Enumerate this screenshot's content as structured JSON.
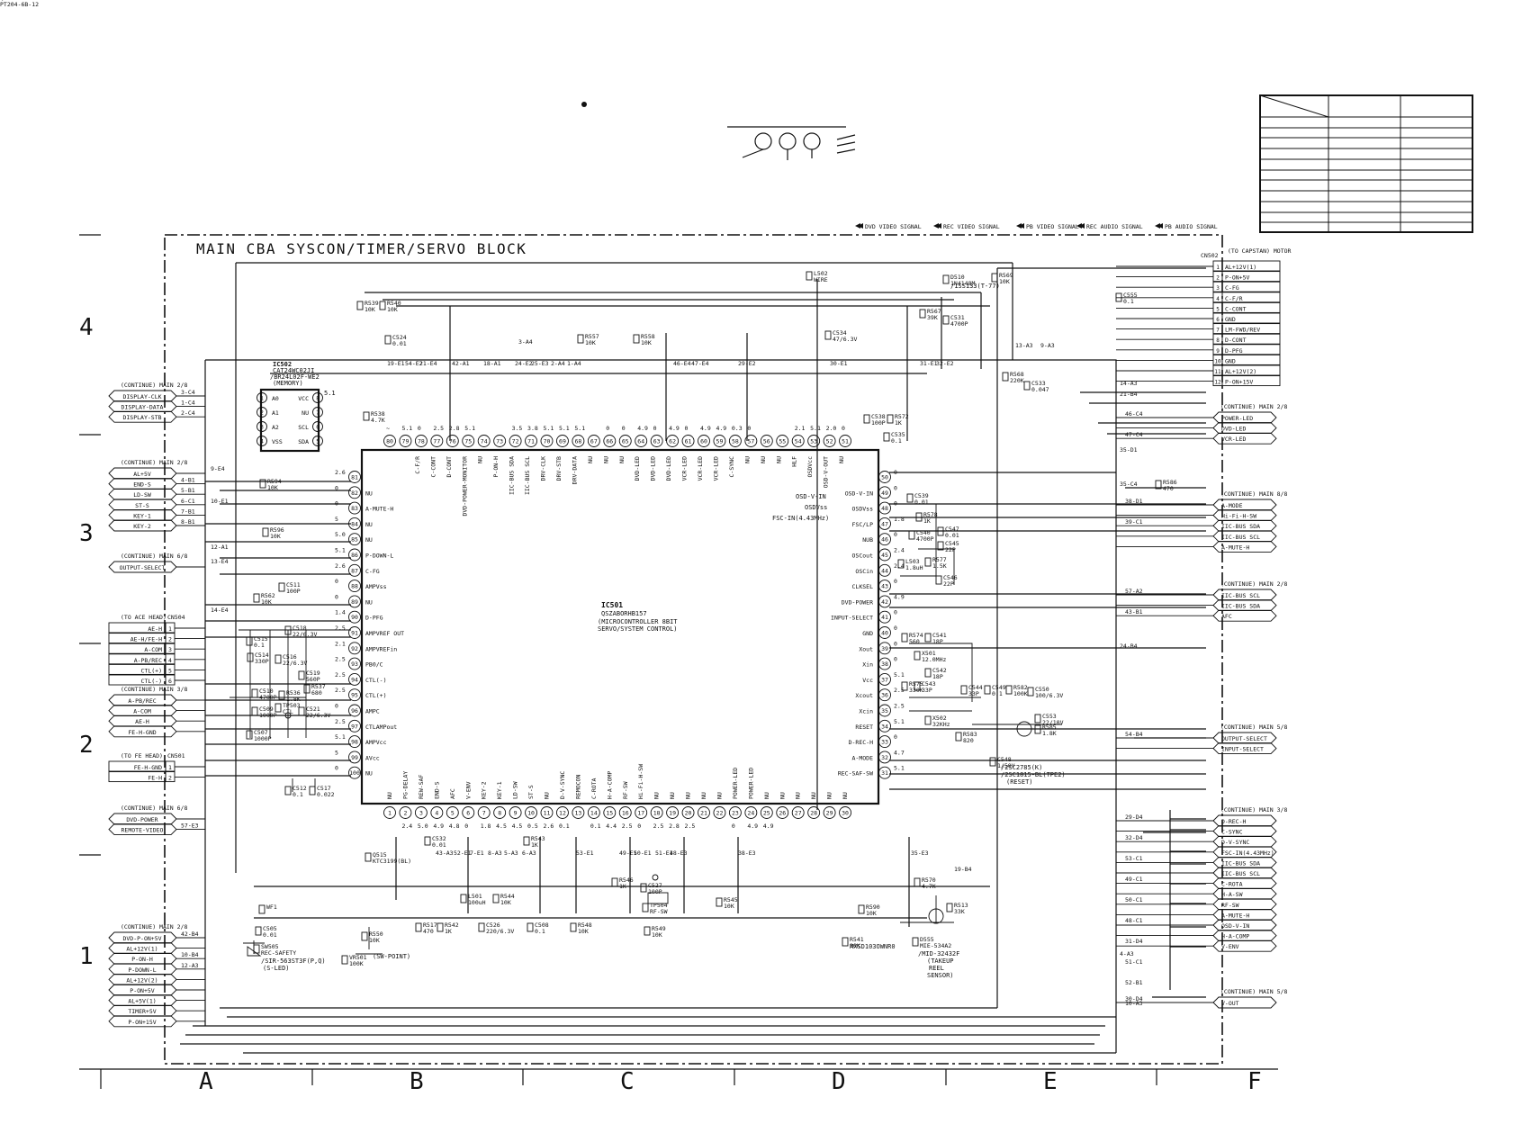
{
  "legend": [
    "DVD VIDEO SIGNAL",
    "REC VIDEO SIGNAL",
    "PB VIDEO SIGNAL",
    "REC AUDIO SIGNAL",
    "PB AUDIO SIGNAL"
  ],
  "title": "MAIN CBA   SYSCON/TIMER/SERVO BLOCK",
  "grid_cols": [
    "A",
    "B",
    "C",
    "D",
    "E",
    "F"
  ],
  "grid_rows": [
    "4",
    "3",
    "2",
    "1"
  ],
  "ic501": {
    "ref": "IC501",
    "part": "QSZABORHB157",
    "desc1": "(MICROCONTROLLER 8BIT",
    "desc2": "SERVO/SYSTEM CONTROL)"
  },
  "ic502": {
    "ref": "IC502",
    "part1": "CAT24WC02JI",
    "part2": "/BR24L02F-WE2",
    "part3": "(MEMORY)",
    "pins": [
      {
        "n": "1",
        "name": "A0",
        "side": "L"
      },
      {
        "n": "2",
        "name": "A1",
        "side": "L"
      },
      {
        "n": "3",
        "name": "A2",
        "side": "L"
      },
      {
        "n": "4",
        "name": "VSS",
        "side": "L"
      },
      {
        "n": "8",
        "name": "VCC",
        "side": "R"
      },
      {
        "n": "7",
        "name": "NU",
        "side": "R"
      },
      {
        "n": "6",
        "name": "SCL",
        "side": "R"
      },
      {
        "n": "5",
        "name": "SDA",
        "side": "R"
      }
    ]
  },
  "ic_pins_left": [
    {
      "n": "81",
      "name": "",
      "v": "2.6"
    },
    {
      "n": "82",
      "name": "NU",
      "v": "0"
    },
    {
      "n": "83",
      "name": "A-MUTE-H",
      "v": "0"
    },
    {
      "n": "84",
      "name": "NU",
      "v": "5"
    },
    {
      "n": "85",
      "name": "NU",
      "v": "5.0"
    },
    {
      "n": "86",
      "name": "P-DOWN-L",
      "v": "5.1"
    },
    {
      "n": "87",
      "name": "C-FG",
      "v": "2.6"
    },
    {
      "n": "88",
      "name": "AMPVss",
      "v": "0"
    },
    {
      "n": "89",
      "name": "NU",
      "v": "0"
    },
    {
      "n": "90",
      "name": "D-PFG",
      "v": "1.4"
    },
    {
      "n": "91",
      "name": "AMPVREF OUT",
      "v": "2.5"
    },
    {
      "n": "92",
      "name": "AMPVREFin",
      "v": "2.1"
    },
    {
      "n": "93",
      "name": "PB0/C",
      "v": "2.5"
    },
    {
      "n": "94",
      "name": "CTL(-)",
      "v": "2.5"
    },
    {
      "n": "95",
      "name": "CTL(+)",
      "v": "2.5"
    },
    {
      "n": "96",
      "name": "AMPC",
      "v": "0"
    },
    {
      "n": "97",
      "name": "CTLAMPout",
      "v": "2.5"
    },
    {
      "n": "98",
      "name": "AMPVcc",
      "v": "5.1"
    },
    {
      "n": "99",
      "name": "AVcc",
      "v": "5"
    },
    {
      "n": "100",
      "name": "NU",
      "v": "0"
    }
  ],
  "ic_pins_right": [
    {
      "n": "50",
      "name": "",
      "v": "0"
    },
    {
      "n": "49",
      "name": "OSD-V-IN",
      "v": "0"
    },
    {
      "n": "48",
      "name": "OSDVss",
      "v": "0"
    },
    {
      "n": "47",
      "name": "FSC/LP",
      "v": "1.8"
    },
    {
      "n": "46",
      "name": "NUB",
      "v": "0"
    },
    {
      "n": "45",
      "name": "OSCout",
      "v": "2.4"
    },
    {
      "n": "44",
      "name": "OSCin",
      "v": "2.4"
    },
    {
      "n": "43",
      "name": "CLKSEL",
      "v": "0"
    },
    {
      "n": "42",
      "name": "DVD-POWER",
      "v": "4.9"
    },
    {
      "n": "41",
      "name": "INPUT-SELECT",
      "v": "0"
    },
    {
      "n": "40",
      "name": "GND",
      "v": "0"
    },
    {
      "n": "39",
      "name": "Xout",
      "v": "0"
    },
    {
      "n": "38",
      "name": "Xin",
      "v": "0"
    },
    {
      "n": "37",
      "name": "Vcc",
      "v": "5.1"
    },
    {
      "n": "36",
      "name": "Xcout",
      "v": "2.5"
    },
    {
      "n": "35",
      "name": "Xcin",
      "v": "2.5"
    },
    {
      "n": "34",
      "name": "RESET",
      "v": "5.1"
    },
    {
      "n": "33",
      "name": "D-REC-H",
      "v": "0"
    },
    {
      "n": "32",
      "name": "A-MODE",
      "v": "4.7"
    },
    {
      "n": "31",
      "name": "REC-SAF-SW",
      "v": "5.1"
    }
  ],
  "ic_pins_top": [
    {
      "n": "80",
      "name": "",
      "v": "~"
    },
    {
      "n": "79",
      "name": "",
      "v": "5.1"
    },
    {
      "n": "78",
      "name": "C-F/R",
      "v": "0"
    },
    {
      "n": "77",
      "name": "C-CONT",
      "v": "2.5"
    },
    {
      "n": "76",
      "name": "D-CONT",
      "v": "2.8"
    },
    {
      "n": "75",
      "name": "DVD-POWER-MONITOR",
      "v": "5.1"
    },
    {
      "n": "74",
      "name": "NU",
      "v": ""
    },
    {
      "n": "73",
      "name": "P-ON-H",
      "v": ""
    },
    {
      "n": "72",
      "name": "IIC-BUS SDA",
      "v": "3.5"
    },
    {
      "n": "71",
      "name": "IIC-BUS SCL",
      "v": "3.8"
    },
    {
      "n": "70",
      "name": "DRV-CLK",
      "v": "5.1"
    },
    {
      "n": "69",
      "name": "DRV-STB",
      "v": "5.1"
    },
    {
      "n": "68",
      "name": "DRV-DATA",
      "v": "5.1"
    },
    {
      "n": "67",
      "name": "NU",
      "v": ""
    },
    {
      "n": "66",
      "name": "NU",
      "v": "0"
    },
    {
      "n": "65",
      "name": "NU",
      "v": "0"
    },
    {
      "n": "64",
      "name": "DVD-LED",
      "v": "4.9"
    },
    {
      "n": "63",
      "name": "DVD-LED",
      "v": "0"
    },
    {
      "n": "62",
      "name": "DVD-LED",
      "v": "4.9"
    },
    {
      "n": "61",
      "name": "VCR-LED",
      "v": "0"
    },
    {
      "n": "60",
      "name": "VCR-LED",
      "v": "4.9"
    },
    {
      "n": "59",
      "name": "VCR-LED",
      "v": "4.9"
    },
    {
      "n": "58",
      "name": "C-SYNC",
      "v": "0.3"
    },
    {
      "n": "57",
      "name": "NU",
      "v": "0"
    },
    {
      "n": "56",
      "name": "NU",
      "v": ""
    },
    {
      "n": "55",
      "name": "NU",
      "v": ""
    },
    {
      "n": "54",
      "name": "HLF",
      "v": "2.1"
    },
    {
      "n": "53",
      "name": "OSDVcc",
      "v": "5.1"
    },
    {
      "n": "52",
      "name": "OSD-V-OUT",
      "v": "2.0"
    },
    {
      "n": "51",
      "name": "NU",
      "v": "0"
    }
  ],
  "ic_pins_bottom": [
    {
      "n": "1",
      "name": "NU",
      "v": ""
    },
    {
      "n": "2",
      "name": "PG-DELAY",
      "v": "2.4"
    },
    {
      "n": "3",
      "name": "REW-SAF",
      "v": "5.0"
    },
    {
      "n": "4",
      "name": "END-S",
      "v": "4.9"
    },
    {
      "n": "5",
      "name": "AFC",
      "v": "4.8"
    },
    {
      "n": "6",
      "name": "V-ENV",
      "v": "0"
    },
    {
      "n": "7",
      "name": "KEY-2",
      "v": "1.8"
    },
    {
      "n": "8",
      "name": "KEY-1",
      "v": "4.5"
    },
    {
      "n": "9",
      "name": "LD-SW",
      "v": "4.5"
    },
    {
      "n": "10",
      "name": "ST-S",
      "v": "0.5"
    },
    {
      "n": "11",
      "name": "NU",
      "v": "2.6"
    },
    {
      "n": "12",
      "name": "D-V-SYNC",
      "v": "0.1"
    },
    {
      "n": "13",
      "name": "REMOCON",
      "v": ""
    },
    {
      "n": "14",
      "name": "C-ROTA",
      "v": "0.1"
    },
    {
      "n": "15",
      "name": "H-A-COMP",
      "v": "4.4"
    },
    {
      "n": "16",
      "name": "RF-SW",
      "v": "2.5"
    },
    {
      "n": "17",
      "name": "Hi-Fi-H-SW",
      "v": "0"
    },
    {
      "n": "18",
      "name": "NU",
      "v": "2.5"
    },
    {
      "n": "19",
      "name": "NU",
      "v": "2.8"
    },
    {
      "n": "20",
      "name": "NU",
      "v": "2.5"
    },
    {
      "n": "21",
      "name": "NU",
      "v": ""
    },
    {
      "n": "22",
      "name": "NU",
      "v": ""
    },
    {
      "n": "23",
      "name": "POWER-LED",
      "v": "0"
    },
    {
      "n": "24",
      "name": "POWER-LED",
      "v": "4.9"
    },
    {
      "n": "25",
      "name": "NU",
      "v": "4.9"
    },
    {
      "n": "26",
      "name": "NU",
      "v": ""
    },
    {
      "n": "27",
      "name": "NU",
      "v": ""
    },
    {
      "n": "28",
      "name": "NU",
      "v": ""
    },
    {
      "n": "29",
      "name": "NU",
      "v": ""
    },
    {
      "n": "30",
      "name": "NU",
      "v": ""
    }
  ],
  "left_groups": [
    {
      "header": "(CONTINUE) MAIN 2/8",
      "labels": [
        "DISPLAY-CLK",
        "DISPLAY-DATA",
        "DISPLAY-STB"
      ],
      "refs": [
        "3-C4",
        "1-C4",
        "2-C4"
      ]
    },
    {
      "header": "(CONTINUE) MAIN 2/8",
      "labels": [
        "AL+5V",
        "END-S",
        "LD-SW",
        "ST-S",
        "KEY-1",
        "KEY-2"
      ],
      "refs": [
        "",
        "4-B1",
        "5-B1",
        "6-C1",
        "7-B1",
        "8-B1"
      ]
    },
    {
      "header": "(CONTINUE) MAIN 6/8",
      "labels": [
        "OUTPUT-SELECT"
      ],
      "refs": [
        ""
      ]
    },
    {
      "header": "(TO ACE HEAD)",
      "cn": "CN504",
      "labels": [
        "AE-H",
        "AE-H/FE-H",
        "A-COM",
        "A-PB/REC",
        "CTL(+)",
        "CTL(-)"
      ],
      "refs": []
    },
    {
      "header": "(CONTINUE) MAIN 3/8",
      "labels": [
        "A-PB/REC",
        "A-COM",
        "AE-H",
        "FE-H-GND"
      ],
      "refs": []
    },
    {
      "header": "(TO FE HEAD)",
      "cn": "CN501",
      "labels": [
        "FE-H-GND",
        "FE-H"
      ],
      "refs": []
    },
    {
      "header": "(CONTINUE) MAIN 6/8",
      "labels": [
        "DVD-POWER",
        "REMOTE-VIDEO"
      ],
      "refs": [
        "",
        "57-E3"
      ]
    },
    {
      "header": "(CONTINUE) MAIN 2/8",
      "labels": [
        "DVD-P-ON+5V",
        "AL+12V(1)",
        "P-ON-H",
        "P-DOWN-L",
        "AL+12V(2)",
        "P-ON+5V",
        "AL+5V(1)",
        "TIMER+5V",
        "P-ON+15V"
      ],
      "refs": [
        "42-B4",
        "",
        "10-B4",
        "12-A3"
      ]
    }
  ],
  "cn502": {
    "header": "(TO CAPSTAN) MOTOR",
    "ref": "CN502",
    "pins": [
      {
        "n": "1",
        "name": "AL+12V(1)"
      },
      {
        "n": "2",
        "name": "P-ON+5V"
      },
      {
        "n": "3",
        "name": "C-FG"
      },
      {
        "n": "4",
        "name": "C-F/R"
      },
      {
        "n": "5",
        "name": "C-CONT"
      },
      {
        "n": "6",
        "name": "GND"
      },
      {
        "n": "7",
        "name": "LM-FWD/REV"
      },
      {
        "n": "8",
        "name": "D-CONT"
      },
      {
        "n": "9",
        "name": "D-PFG"
      },
      {
        "n": "10",
        "name": "GND"
      },
      {
        "n": "11",
        "name": "AL+12V(2)"
      },
      {
        "n": "12",
        "name": "P-ON+15V"
      }
    ]
  },
  "right_groups": [
    {
      "header": "(CONTINUE) MAIN 2/8",
      "labels": [
        "POWER-LED",
        "DVD-LED",
        "VCR-LED"
      ],
      "refs": [
        "46-C4",
        "47-C4"
      ]
    },
    {
      "header": "(CONTINUE) MAIN 8/8",
      "labels": [
        "A-MODE",
        "Hi-Fi-H-SW",
        "IIC-BUS SDA",
        "IIC-BUS SCL",
        "A-MUTE-H"
      ],
      "refs": [
        "38-D1",
        "39-C1"
      ]
    },
    {
      "header": "(CONTINUE) MAIN 2/8",
      "labels": [
        "IIC-BUS SCL",
        "IIC-BUS SDA",
        "AFC"
      ],
      "refs": [
        "57-A2",
        "43-B1"
      ]
    },
    {
      "header": "(CONTINUE) MAIN 5/8",
      "labels": [
        "OUTPUT-SELECT",
        "INPUT-SELECT"
      ],
      "refs": [
        "54-B4"
      ]
    },
    {
      "header": "(CONTINUE) MAIN 3/8",
      "labels": [
        "D-REC-H",
        "C-SYNC",
        "D-V-SYNC",
        "FSC-IN(4.43MHz)",
        "IIC-BUS SDA",
        "IIC-BUS SCL",
        "C-ROTA",
        "H-A-SW",
        "RF-SW",
        "A-MUTE-H",
        "OSD-V-IN",
        "H-A-COMP",
        "V-ENV"
      ],
      "refs": [
        "29-D4",
        "32-D4",
        "53-C1",
        "49-C1",
        "50-C1",
        "48-C1",
        "31-D4",
        "51-C1",
        "52-B1",
        "10-A3"
      ]
    },
    {
      "header": "(CONTINUE) MAIN 5/8",
      "labels": [
        "V-OUT"
      ],
      "refs": [
        "30-D4"
      ]
    }
  ],
  "components": [
    {
      "ref": "R539",
      "val": "10K"
    },
    {
      "ref": "R540",
      "val": "10K"
    },
    {
      "ref": "C524",
      "val": "0.01"
    },
    {
      "ref": "R538",
      "val": "4.7K"
    },
    {
      "ref": "R594",
      "val": "10K"
    },
    {
      "ref": "R596",
      "val": "10K"
    },
    {
      "ref": "C511",
      "val": "100P"
    },
    {
      "ref": "R562",
      "val": "10K"
    },
    {
      "ref": "C518",
      "val": "22/6.3V"
    },
    {
      "ref": "C515",
      "val": "0.1"
    },
    {
      "ref": "C514",
      "val": "330P"
    },
    {
      "ref": "C516",
      "val": "22/6.3V"
    },
    {
      "ref": "C519",
      "val": "560P"
    },
    {
      "ref": "C510",
      "val": "4700P"
    },
    {
      "ref": "R536",
      "val": "1.8K"
    },
    {
      "ref": "R537",
      "val": "680"
    },
    {
      "ref": "C509",
      "val": "1000P"
    },
    {
      "ref": "TP503",
      "val": "CTL"
    },
    {
      "ref": "C521",
      "val": "22/6.3V"
    },
    {
      "ref": "C507",
      "val": "1000P"
    },
    {
      "ref": "C512",
      "val": "0.1"
    },
    {
      "ref": "C517",
      "val": "0.022"
    },
    {
      "ref": "L502",
      "val": "WIRE"
    },
    {
      "ref": "D510",
      "val": "1N4148M"
    },
    {
      "ref": "R569",
      "val": "10K"
    },
    {
      "ref": "C555",
      "val": "0.1"
    },
    {
      "ref": "R557",
      "val": "10K"
    },
    {
      "ref": "R558",
      "val": "10K"
    },
    {
      "ref": "C534",
      "val": "47/6.3V"
    },
    {
      "ref": "R567",
      "val": "39K"
    },
    {
      "ref": "C531",
      "val": "4700P"
    },
    {
      "ref": "R568",
      "val": "220K"
    },
    {
      "ref": "C533",
      "val": "0.047"
    },
    {
      "ref": "C538",
      "val": "100P"
    },
    {
      "ref": "R572",
      "val": "1K"
    },
    {
      "ref": "C535",
      "val": "0.1"
    },
    {
      "ref": "C539",
      "val": "0.01"
    },
    {
      "ref": "R578",
      "val": "1K"
    },
    {
      "ref": "C547",
      "val": "0.01"
    },
    {
      "ref": "C540",
      "val": "4700P"
    },
    {
      "ref": "C545",
      "val": "22P"
    },
    {
      "ref": "L503",
      "val": "1.8uH"
    },
    {
      "ref": "R577",
      "val": "1.5K"
    },
    {
      "ref": "C546",
      "val": "22P"
    },
    {
      "ref": "R586",
      "val": "470"
    },
    {
      "ref": "R574",
      "val": "560"
    },
    {
      "ref": "C541",
      "val": "18P"
    },
    {
      "ref": "X501",
      "val": "12.0MHz"
    },
    {
      "ref": "C542",
      "val": "18P"
    },
    {
      "ref": "R575",
      "val": "330K"
    },
    {
      "ref": "C543",
      "val": "33P"
    },
    {
      "ref": "X502",
      "val": "32KHz"
    },
    {
      "ref": "C544",
      "val": "33P"
    },
    {
      "ref": "C549",
      "val": "0.1"
    },
    {
      "ref": "R582",
      "val": "100K"
    },
    {
      "ref": "C550",
      "val": "100/6.3V"
    },
    {
      "ref": "C553",
      "val": "22/10V"
    },
    {
      "ref": "R585",
      "val": "1.8K"
    },
    {
      "ref": "R583",
      "val": "820"
    },
    {
      "ref": "C548",
      "val": "1/50V"
    },
    {
      "ref": "Q515",
      "val": "KTC3199(BL)"
    },
    {
      "ref": "C532",
      "val": "0.01"
    },
    {
      "ref": "R543",
      "val": "1K"
    },
    {
      "ref": "R546",
      "val": "1K"
    },
    {
      "ref": "C527",
      "val": "100P"
    },
    {
      "ref": "TP504",
      "val": "RF-SW"
    },
    {
      "ref": "WF1",
      "val": ""
    },
    {
      "ref": "L501",
      "val": "100uH"
    },
    {
      "ref": "R544",
      "val": "10K"
    },
    {
      "ref": "R545",
      "val": "10K"
    },
    {
      "ref": "R590",
      "val": "10K"
    },
    {
      "ref": "R570",
      "val": "4.7K"
    },
    {
      "ref": "R513",
      "val": "33K"
    },
    {
      "ref": "C505",
      "val": "0.01"
    },
    {
      "ref": "R517",
      "val": "470"
    },
    {
      "ref": "R542",
      "val": "1K"
    },
    {
      "ref": "C526",
      "val": "220/6.3V"
    },
    {
      "ref": "C508",
      "val": "0.1"
    },
    {
      "ref": "R548",
      "val": "10K"
    },
    {
      "ref": "R549",
      "val": "10K"
    },
    {
      "ref": "R550",
      "val": "10K"
    },
    {
      "ref": "VR501",
      "val": "100K"
    },
    {
      "ref": "R541",
      "val": "10K"
    },
    {
      "ref": "SW505",
      "val": "REC-SAFETY"
    },
    {
      "ref": "D555",
      "val": "MIE-534A2"
    },
    {
      "ref": "Q506",
      "val": "PT204-6B-12"
    }
  ],
  "notes": {
    "d510_alt": "/1SS133(T-77)",
    "q515_alt1": "/2SC2785(K)",
    "q515_alt2": "/2SC1815-BL(TPE2)",
    "q515_role": "(RESET)",
    "d555_alt": "/SIR-563ST3F(P,Q)",
    "d555_role": "(S-LED)",
    "vr501_role": "(SW-POINT)",
    "q506_alt": "/MID-32432F",
    "q506_role1": "(TAKEUP",
    "q506_role2": "REEL",
    "q506_role3": "SENSOR)",
    "sw505_part": "MXSD103OWNR0",
    "fsc_label": "FSC-IN(4.43MHz)",
    "osd_label": "OSD-V-IN",
    "osdvss_label": "OSDVss",
    "ic502_vcc": "5.1",
    "cross_refs": [
      "9-E4",
      "10-E1",
      "12-A1",
      "13-E4",
      "14-E4",
      "19-E1",
      "54-E2",
      "21-E4",
      "42-A1",
      "18-A1",
      "24-E2",
      "25-E3",
      "2-A4",
      "1-A4",
      "3-A4",
      "46-E4",
      "47-E4",
      "29-E2",
      "30-E1",
      "31-E1",
      "32-E2",
      "13-A3",
      "9-A3",
      "14-A3",
      "21-B4",
      "35-D1",
      "35-C4",
      "24-B4",
      "43-A3",
      "52-E1",
      "7-E1",
      "8-A3",
      "5-A3",
      "6-A3",
      "53-E1",
      "49-E1",
      "50-E1",
      "51-E1",
      "48-E3",
      "38-E3",
      "35-E3",
      "19-B4",
      "4-A3"
    ]
  }
}
